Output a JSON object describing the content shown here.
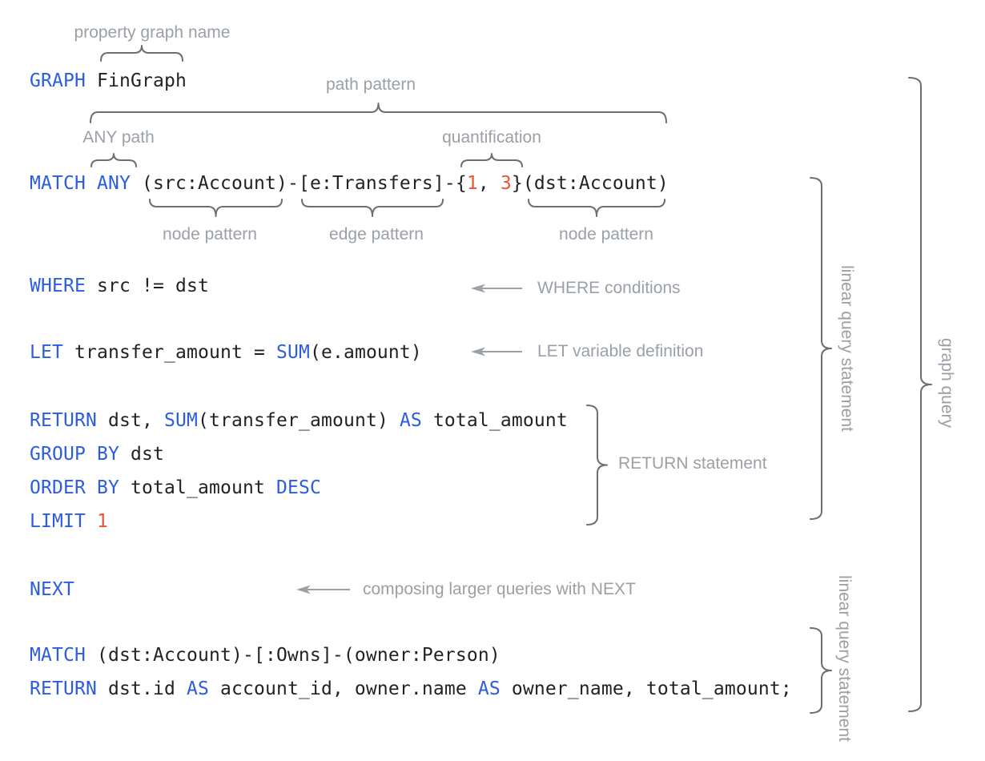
{
  "palette": {
    "keyword": "#2B5DE3",
    "number": "#ED5231",
    "code": "#1F2124",
    "label": "#9AA0A6",
    "brace": "#6B6E72",
    "background": "#FFFFFF"
  },
  "labels": {
    "property_graph_name": "property graph name",
    "path_pattern": "path pattern",
    "any_path": "ANY path",
    "quantification": "quantification",
    "node_pattern_left": "node pattern",
    "edge_pattern": "edge pattern",
    "node_pattern_right": "node pattern",
    "where_conditions": "WHERE conditions",
    "let_variable_definition": "LET variable definition",
    "return_statement": "RETURN statement",
    "composing_next": "composing larger queries with NEXT",
    "linear_query_statement_top": "linear query statement",
    "linear_query_statement_bottom": "linear query statement",
    "graph_query": "graph query"
  },
  "code_lines": [
    {
      "id": "graph-clause",
      "segments": [
        {
          "t": "GRAPH ",
          "c": "kw"
        },
        {
          "t": "FinGraph",
          "c": "pl"
        }
      ]
    },
    {
      "id": "match-any",
      "segments": [
        {
          "t": "MATCH ANY ",
          "c": "kw"
        },
        {
          "t": "(src:Account)-[e:Transfers]-{",
          "c": "pl"
        },
        {
          "t": "1",
          "c": "num"
        },
        {
          "t": ", ",
          "c": "pl"
        },
        {
          "t": "3",
          "c": "num"
        },
        {
          "t": "}(dst:Account)",
          "c": "pl"
        }
      ]
    },
    {
      "id": "where-clause",
      "segments": [
        {
          "t": "WHERE ",
          "c": "kw"
        },
        {
          "t": "src != dst",
          "c": "pl"
        }
      ]
    },
    {
      "id": "let-clause",
      "segments": [
        {
          "t": "LET ",
          "c": "kw"
        },
        {
          "t": "transfer_amount = ",
          "c": "pl"
        },
        {
          "t": "SUM",
          "c": "kw"
        },
        {
          "t": "(e.amount)",
          "c": "pl"
        }
      ]
    },
    {
      "id": "return-clause",
      "segments": [
        {
          "t": "RETURN ",
          "c": "kw"
        },
        {
          "t": "dst, ",
          "c": "pl"
        },
        {
          "t": "SUM",
          "c": "kw"
        },
        {
          "t": "(transfer_amount) ",
          "c": "pl"
        },
        {
          "t": "AS ",
          "c": "kw"
        },
        {
          "t": "total_amount",
          "c": "pl"
        }
      ]
    },
    {
      "id": "group-by-clause",
      "segments": [
        {
          "t": "GROUP BY ",
          "c": "kw"
        },
        {
          "t": "dst",
          "c": "pl"
        }
      ]
    },
    {
      "id": "order-by-clause",
      "segments": [
        {
          "t": "ORDER BY ",
          "c": "kw"
        },
        {
          "t": "total_amount ",
          "c": "pl"
        },
        {
          "t": "DESC",
          "c": "kw"
        }
      ]
    },
    {
      "id": "limit-clause",
      "segments": [
        {
          "t": "LIMIT ",
          "c": "kw"
        },
        {
          "t": "1",
          "c": "num"
        }
      ]
    },
    {
      "id": "next-clause",
      "segments": [
        {
          "t": "NEXT",
          "c": "kw"
        }
      ]
    },
    {
      "id": "match-owns",
      "segments": [
        {
          "t": "MATCH ",
          "c": "kw"
        },
        {
          "t": "(dst:Account)-[:Owns]-(owner:Person)",
          "c": "pl"
        }
      ]
    },
    {
      "id": "return-final",
      "segments": [
        {
          "t": "RETURN ",
          "c": "kw"
        },
        {
          "t": "dst.id ",
          "c": "pl"
        },
        {
          "t": "AS ",
          "c": "kw"
        },
        {
          "t": "account_id, owner.name ",
          "c": "pl"
        },
        {
          "t": "AS ",
          "c": "kw"
        },
        {
          "t": "owner_name, total_amount;",
          "c": "pl"
        }
      ]
    }
  ]
}
